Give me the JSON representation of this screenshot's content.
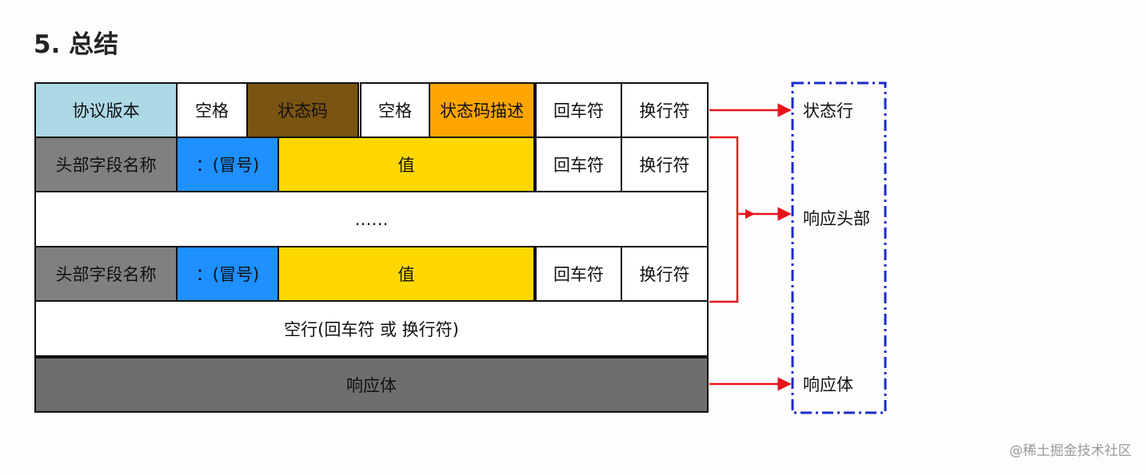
{
  "title": "5. 总结",
  "status_row": {
    "protocol_version": "协议版本",
    "space1": "空格",
    "status_code": "状态码",
    "space2": "空格",
    "status_desc": "状态码描述",
    "cr": "回车符",
    "lf": "换行符"
  },
  "header_row_1": {
    "field_name": "头部字段名称",
    "colon": "：(冒号)",
    "value": "值",
    "cr": "回车符",
    "lf": "换行符"
  },
  "ellipsis_row": "……",
  "header_row_2": {
    "field_name": "头部字段名称",
    "colon": "：(冒号)",
    "value": "值",
    "cr": "回车符",
    "lf": "换行符"
  },
  "empty_line": "空行(回车符 或 换行符)",
  "body": "响应体",
  "right_labels": {
    "status_line": "状态行",
    "response_headers": "响应头部",
    "response_body": "响应体"
  },
  "watermark": "@稀土掘金技术社区",
  "colors": {
    "arrow": "#e8141c",
    "bracket_box": "#1c2ccc"
  }
}
